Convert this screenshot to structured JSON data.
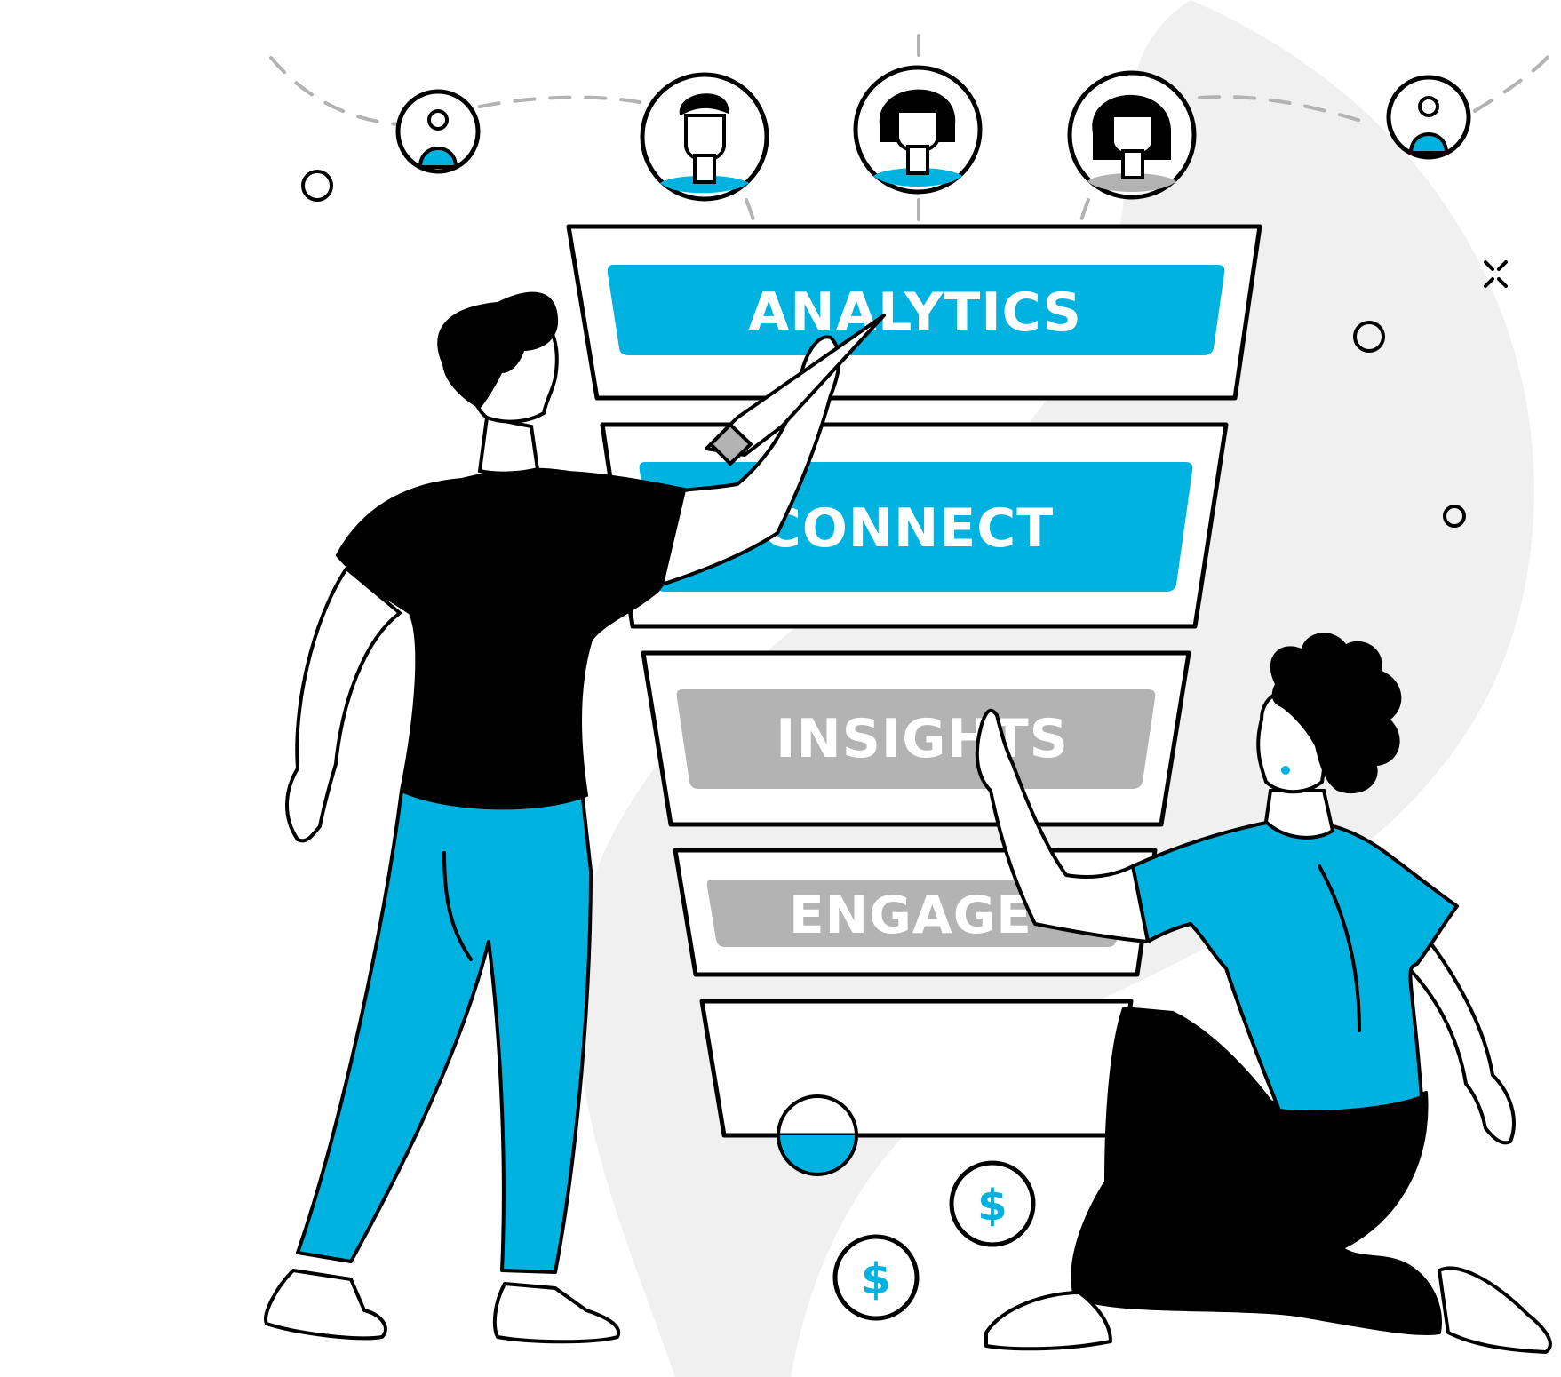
{
  "funnel": {
    "stages": [
      {
        "label": "ANALYTICS",
        "color": "#00b2e0"
      },
      {
        "label": "CONNECT",
        "color": "#00b2e0"
      },
      {
        "label": "INSIGHTS",
        "color": "#b3b3b3"
      },
      {
        "label": "ENGAGE",
        "color": "#b3b3b3"
      }
    ]
  },
  "coins": [
    {
      "symbol": "$"
    },
    {
      "symbol": "$"
    }
  ],
  "colors": {
    "accent": "#00b2e0",
    "neutral": "#b3b3b3",
    "background_blob": "#f0f0f0",
    "outline": "#000000"
  },
  "icons": [
    "user-avatar-icon",
    "man-avatar-icon",
    "woman-avatar-icon",
    "dollar-coin-icon",
    "pen-icon",
    "sparkle-icon"
  ]
}
